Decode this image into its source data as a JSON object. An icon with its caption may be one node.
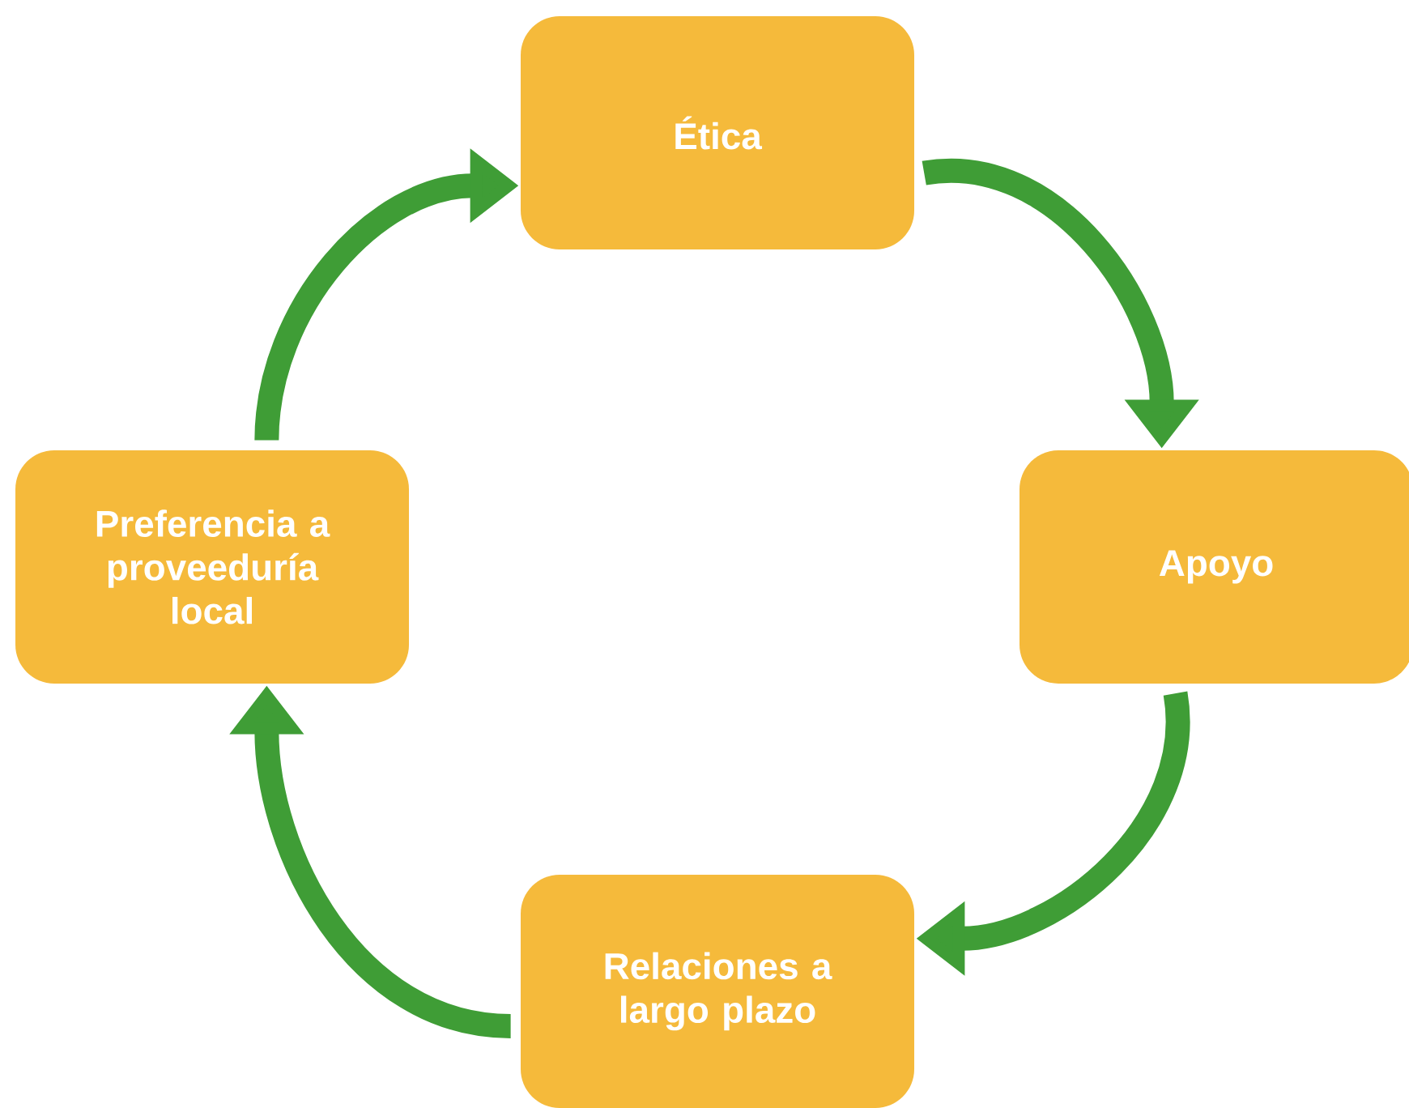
{
  "diagram": {
    "nodes": [
      {
        "text": [
          "Ética"
        ]
      },
      {
        "text": [
          "Apoyo"
        ]
      },
      {
        "text": [
          "Relaciones a largo plazo"
        ]
      },
      {
        "text": [
          "Preferencia a proveeduría local"
        ]
      }
    ],
    "edges": [
      {
        "from": 0,
        "to": 1,
        "arrow": "to"
      },
      {
        "from": 1,
        "to": 2,
        "arrow": "to"
      },
      {
        "from": 2,
        "to": 3,
        "arrow": "to"
      },
      {
        "from": 3,
        "to": 0,
        "arrow": "to"
      }
    ]
  }
}
